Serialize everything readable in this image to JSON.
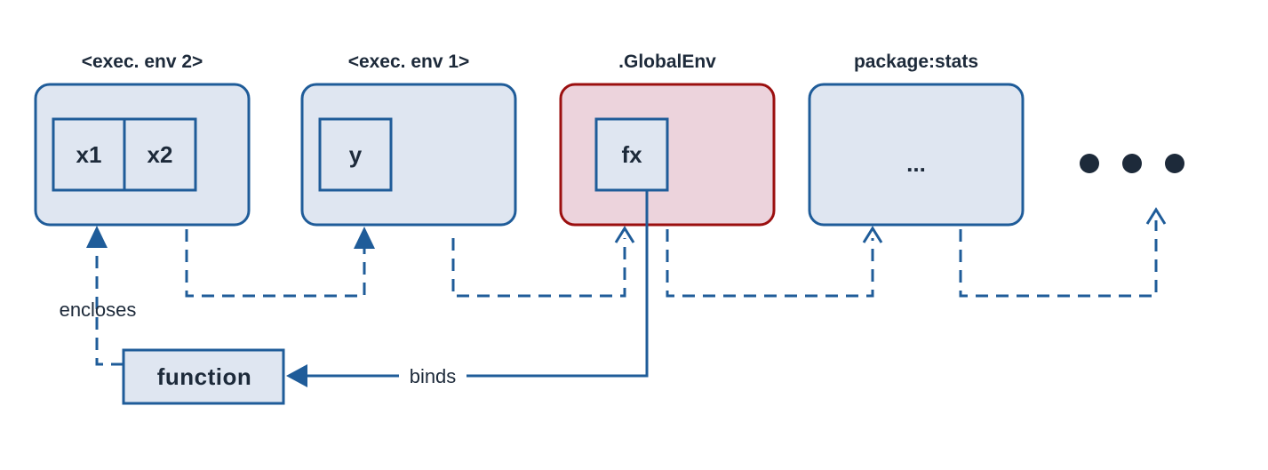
{
  "environments": {
    "exec_env_2": {
      "title": "<exec. env 2>",
      "bindings": [
        "x1",
        "x2"
      ]
    },
    "exec_env_1": {
      "title": "<exec. env 1>",
      "bindings": [
        "y"
      ]
    },
    "global_env": {
      "title": ".GlobalEnv",
      "bindings": [
        "fx"
      ]
    },
    "package_stats": {
      "title": "package:stats",
      "content": "..."
    }
  },
  "function_box": {
    "label": "function"
  },
  "edges": {
    "encloses": "encloses",
    "binds": "binds"
  },
  "colors": {
    "env_fill": "#dfe6f1",
    "env_stroke": "#1f5c99",
    "global_fill": "#ecd3dc",
    "global_stroke": "#9b0f0f",
    "text": "#1d2a3a"
  }
}
